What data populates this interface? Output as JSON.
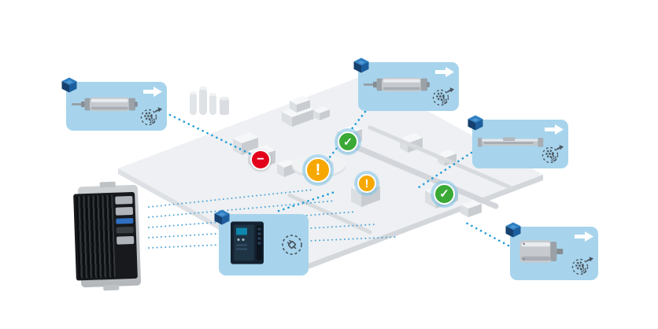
{
  "scene": {
    "title": "connected-factory-predictive-maintenance-illustration",
    "background": "#ffffff"
  },
  "colors": {
    "accent_blue": "#1f9cd8",
    "card_blue": "#a7d4ec",
    "cube_blue_top": "#2e7fc2",
    "cube_blue_left": "#16406e",
    "cube_blue_right": "#1d5f9e",
    "status_error": "#e2001a",
    "status_warning": "#f6a800",
    "status_ok": "#3aa935",
    "floor_gray": "#eef0f3",
    "device_black": "#17191c"
  },
  "cards": [
    {
      "id": "card-top-left",
      "product": "round-pneumatic-cylinder",
      "corner_icon": "digitalization-cube-icon",
      "action_icon": "gear-maintenance-arrow-icon",
      "arrow_icon": "forward-arrow-icon"
    },
    {
      "id": "card-top-center",
      "product": "round-pneumatic-cylinder",
      "corner_icon": "digitalization-cube-icon",
      "action_icon": "gear-maintenance-arrow-icon",
      "arrow_icon": "forward-arrow-icon"
    },
    {
      "id": "card-right",
      "product": "linear-drive-axis",
      "corner_icon": "digitalization-cube-icon",
      "action_icon": "gear-maintenance-arrow-icon",
      "arrow_icon": "forward-arrow-icon"
    },
    {
      "id": "card-bottom-center",
      "product": "servo-drive-controller",
      "corner_icon": "digitalization-cube-icon",
      "action_icon": "plug-connectivity-icon",
      "arrow_icon": null
    },
    {
      "id": "card-bottom-right",
      "product": "compact-cylinder",
      "corner_icon": "digitalization-cube-icon",
      "action_icon": "gear-maintenance-arrow-icon",
      "arrow_icon": "forward-arrow-icon"
    }
  ],
  "status_badges": [
    {
      "id": "badge-error",
      "state": "error",
      "glyph": "−"
    },
    {
      "id": "badge-ok-line-1",
      "state": "ok",
      "glyph": "✓"
    },
    {
      "id": "badge-warning-main",
      "state": "warning",
      "glyph": "!"
    },
    {
      "id": "badge-warning-secondary",
      "state": "warning",
      "glyph": "!"
    },
    {
      "id": "badge-ok-line-2",
      "state": "ok",
      "glyph": "✓"
    }
  ],
  "devices": [
    {
      "id": "edge-controller",
      "name": "industrial-edge-controller"
    }
  ],
  "connections": {
    "style": "dotted",
    "color": "#1f9cd8",
    "card_links": 5,
    "controller_links": 5
  }
}
